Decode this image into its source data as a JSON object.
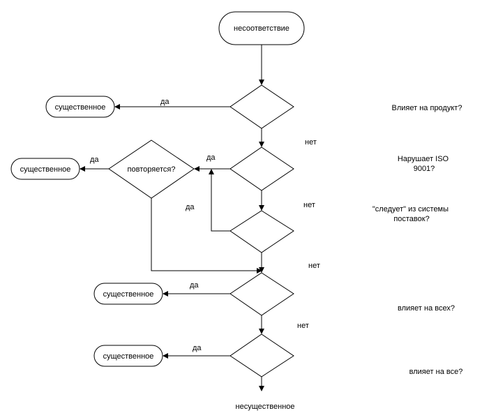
{
  "start": "несоответствие",
  "end": "несущественное",
  "outcome_label": "существенное",
  "yes_label": "да",
  "no_label": "нет",
  "repeat_label": "повторяется?",
  "questions": {
    "q1": "Влияет на продукт?",
    "q2_line1": "Нарушает ISO",
    "q2_line2": "9001?",
    "q3_line1": "\"следует\" из системы",
    "q3_line2": "поставок?",
    "q4": "влияет на всех?",
    "q5": "влияет на все?"
  }
}
